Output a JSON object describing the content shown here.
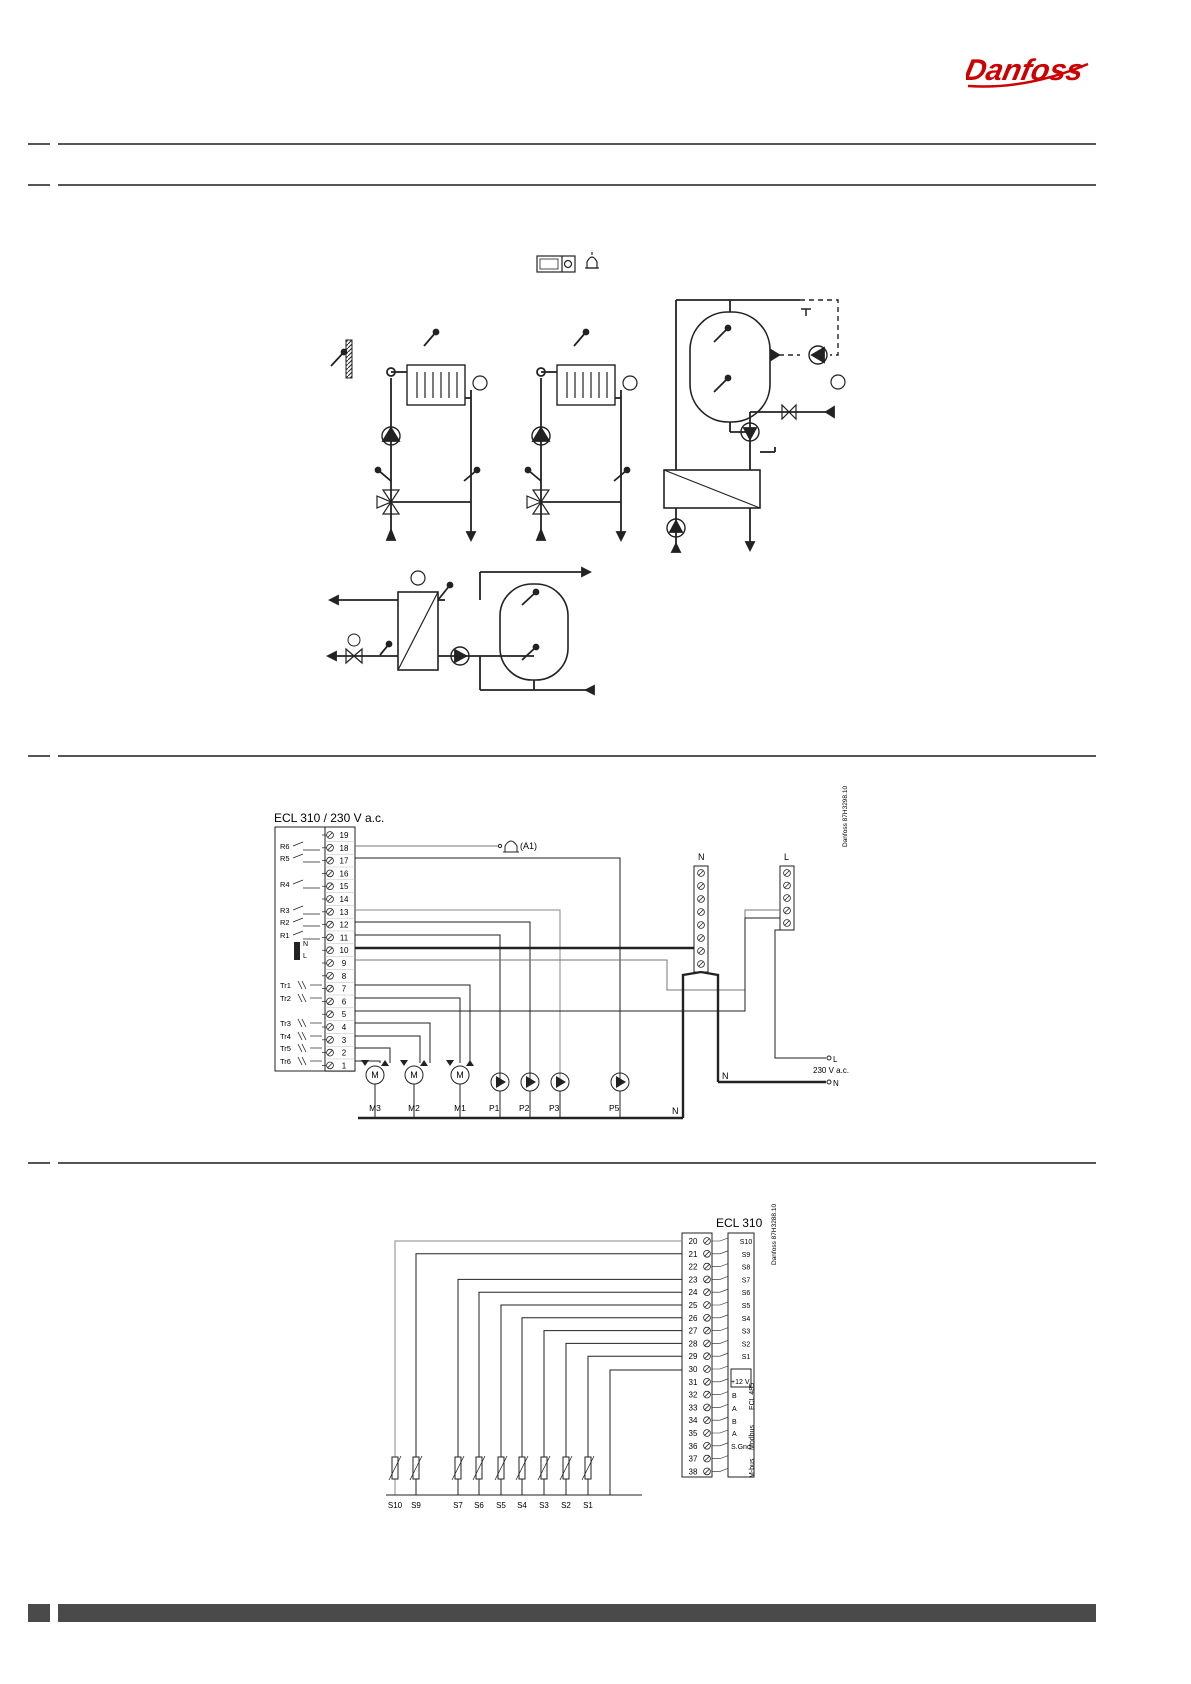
{
  "brand": {
    "logo_text": "Danfoss"
  },
  "wiring_230v": {
    "title": "ECL 310 / 230 V a.c.",
    "code": "Danfoss\n87H3298.10",
    "terminals": [
      "19",
      "18",
      "17",
      "16",
      "15",
      "14",
      "13",
      "12",
      "11",
      "10",
      "9",
      "8",
      "7",
      "6",
      "5",
      "4",
      "3",
      "2",
      "1"
    ],
    "relays": [
      "R6",
      "R5",
      "R4",
      "R3",
      "R2",
      "R1"
    ],
    "supply_marks": [
      "N",
      "L"
    ],
    "transformers": [
      "Tr1",
      "Tr2",
      "Tr3",
      "Tr4",
      "Tr5",
      "Tr6"
    ],
    "alarm_label": "(A1)",
    "bus_n_label": "N",
    "bus_l_label": "L",
    "supply_l": "L",
    "supply_voltage": "230 V a.c.",
    "supply_n": "N",
    "n_line_label": "N",
    "n_bottom_label": "N",
    "motor_symbol": "M",
    "actuators": [
      "M3",
      "M2",
      "M1"
    ],
    "pumps": [
      "P1",
      "P2",
      "P3",
      "P5"
    ]
  },
  "wiring_sensors": {
    "title": "ECL 310",
    "code": "Danfoss\n87H3288.10",
    "terminals": [
      "20",
      "21",
      "22",
      "23",
      "24",
      "25",
      "26",
      "27",
      "28",
      "29",
      "30",
      "31",
      "32",
      "33",
      "34",
      "35",
      "36",
      "37",
      "38"
    ],
    "inputs": [
      "S10",
      "S9",
      "S8",
      "S7",
      "S6",
      "S5",
      "S4",
      "S3",
      "S2",
      "S1"
    ],
    "power": "+12 V",
    "ecl485_pins": [
      "B",
      "A"
    ],
    "ecl485_label": "ECL 485",
    "modbus_pins": [
      "B",
      "A",
      "S.Gnd"
    ],
    "modbus_label": "Modbus",
    "mbus_label": "M-bus",
    "sensor_labels": [
      "S10",
      "S9",
      "S7",
      "S6",
      "S5",
      "S4",
      "S3",
      "S2",
      "S1"
    ]
  }
}
